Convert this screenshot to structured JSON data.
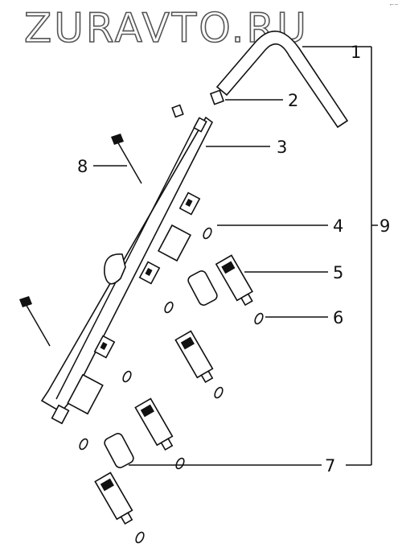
{
  "watermark": {
    "text": "ZURAVTO.RU"
  },
  "corner_mark": "⌐~",
  "callouts": {
    "c1": "1",
    "c2": "2",
    "c3": "3",
    "c4": "4",
    "c5": "5",
    "c6": "6",
    "c7": "7",
    "c8": "8",
    "c9": "9"
  }
}
